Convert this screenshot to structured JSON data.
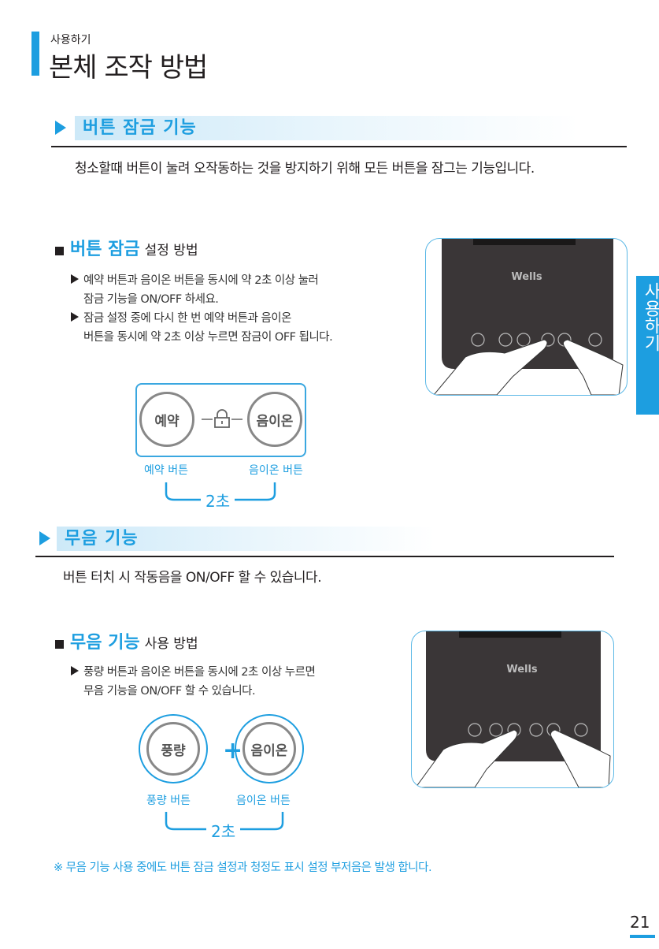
{
  "header": {
    "breadcrumb": "사용하기",
    "title": "본체 조작 방법"
  },
  "side_tab": "사용하기",
  "section1": {
    "heading": "버튼 잠금 기능",
    "description": "청소할때 버튼이 눌려 오작동하는 것을 방지하기 위해 모든 버튼을 잠그는 기능입니다.",
    "sub_highlight": "버튼 잠금",
    "sub_rest": "설정 방법",
    "bullets": [
      {
        "line1": "예약 버튼과 음이온 버튼을 동시에 약 2초 이상 눌러",
        "line2": "잠금 기능을 ON/OFF 하세요."
      },
      {
        "line1": "잠금 설정 중에 다시 한 번 예약 버튼과 음이온",
        "line2": "버튼을 동시에 약 2초 이상 누르면 잠금이 OFF 됩니다."
      }
    ],
    "diagram": {
      "left_button": "예약",
      "right_button": "음이온",
      "left_label": "예약 버튼",
      "right_label": "음이온 버튼",
      "duration": "2초",
      "icon": "lock-icon"
    },
    "image_logo": "Wells"
  },
  "section2": {
    "heading": "무음 기능",
    "description": "버튼 터치 시 작동음을 ON/OFF 할 수 있습니다.",
    "sub_highlight": "무음 기능",
    "sub_rest": "사용 방법",
    "bullets": [
      {
        "line1": "풍량 버튼과 음이온 버튼을 동시에 2초 이상 누르면",
        "line2": "무음 기능을 ON/OFF 할 수 있습니다."
      }
    ],
    "diagram": {
      "left_button": "풍량",
      "plus": "+",
      "right_button": "음이온",
      "left_label": "풍량 버튼",
      "right_label": "음이온 버튼",
      "duration": "2초"
    },
    "note": "※ 무음 기능 사용 중에도 버튼 잠금 설정과 청정도 표시 설정 부저음은 발생 합니다.",
    "image_logo": "Wells"
  },
  "page_number": "21",
  "colors": {
    "accent": "#1d9ee0",
    "text": "#231f20",
    "device": "#3a3637"
  }
}
